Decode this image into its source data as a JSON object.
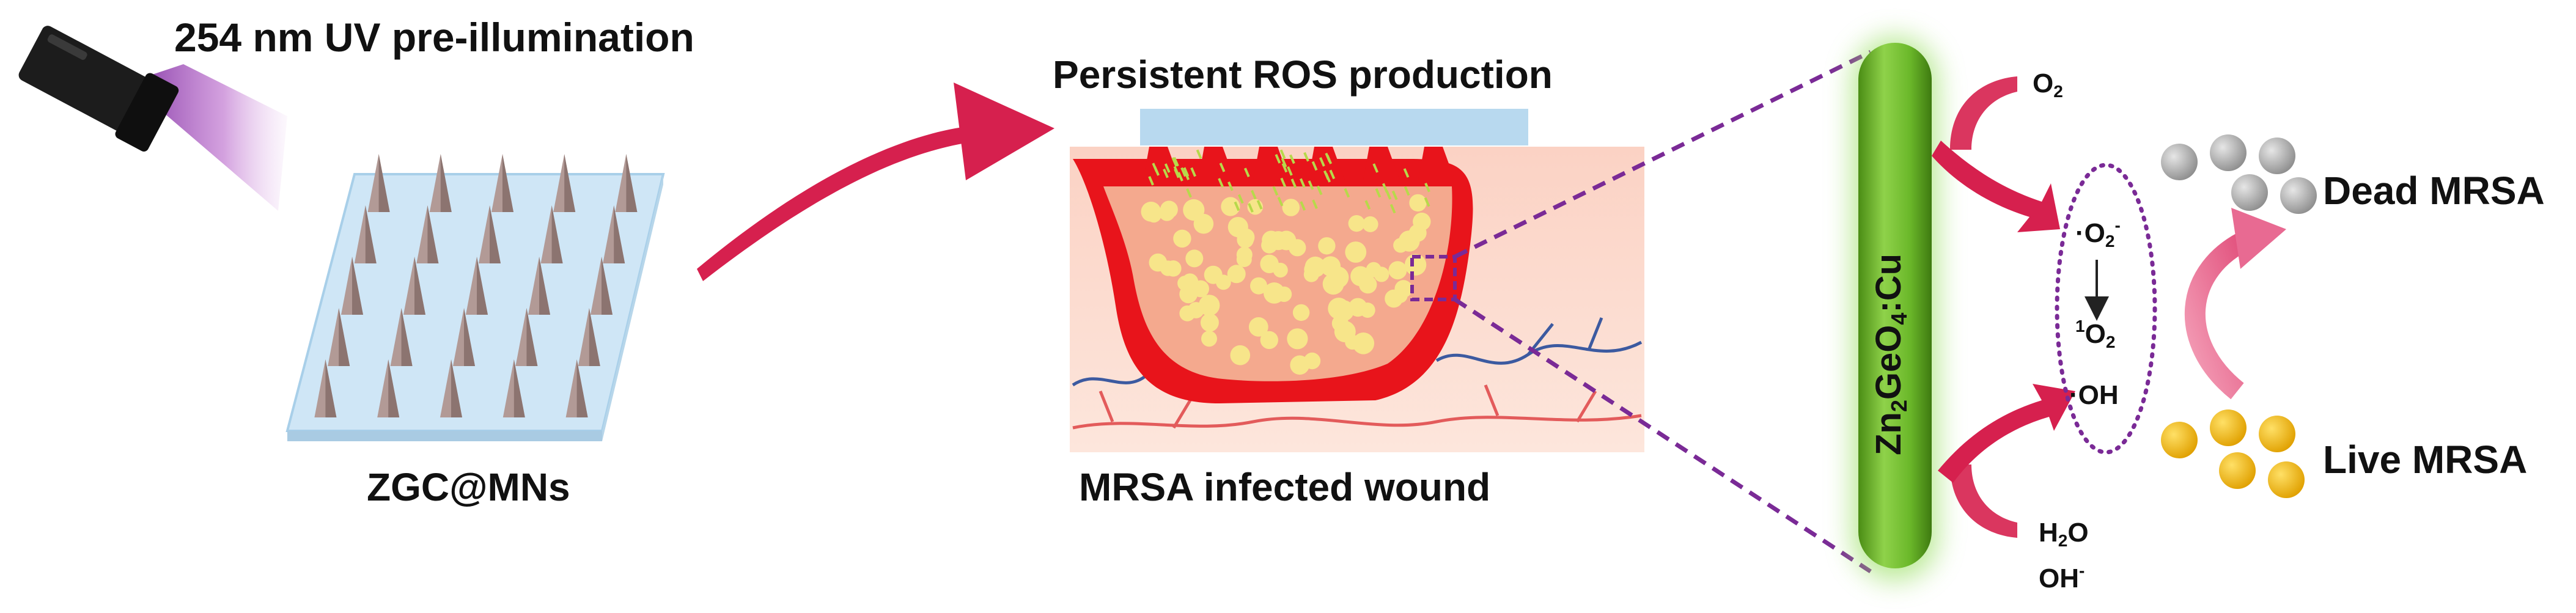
{
  "labels": {
    "uv_title": "254 nm UV pre-illumination",
    "microneedles": "ZGC@MNs",
    "ros": "Persistent ROS production",
    "wound": "MRSA infected wound",
    "dead": "Dead MRSA",
    "live": "Live MRSA"
  },
  "rod": {
    "formula_prefix": "Zn",
    "formula_sub1": "2",
    "formula_mid": "GeO",
    "formula_sub2": "4",
    "formula_suffix": ":Cu"
  },
  "species": {
    "o2": {
      "base": "O",
      "sub": "2"
    },
    "superoxide": {
      "dot": "·",
      "base": "O",
      "sub": "2",
      "sup": "-"
    },
    "singlet": {
      "sup": "1",
      "base": "O",
      "sub": "2"
    },
    "hydroxyl": "·OH",
    "water": {
      "base": "H",
      "sub": "2",
      "tail": "O"
    },
    "hydroxide": {
      "base": "OH",
      "sup": "-"
    }
  },
  "colors": {
    "arrow_magenta": "#d6204e",
    "dashed_purple": "#7a2a96",
    "rod_green": "#6bb82a",
    "wound_red": "#e8141b",
    "bacteria_yellow": "#f7e58a",
    "dead_gray": "#a9a9a9",
    "live_gold": "#f3b60c",
    "uv_purple": "#9b3fb6",
    "patch_blue": "#b8d9ef"
  },
  "icons": [
    "uv-lamp-icon",
    "microneedle-array-icon",
    "wound-cross-section-icon",
    "nanorod-icon",
    "bacteria-cluster-icon"
  ]
}
